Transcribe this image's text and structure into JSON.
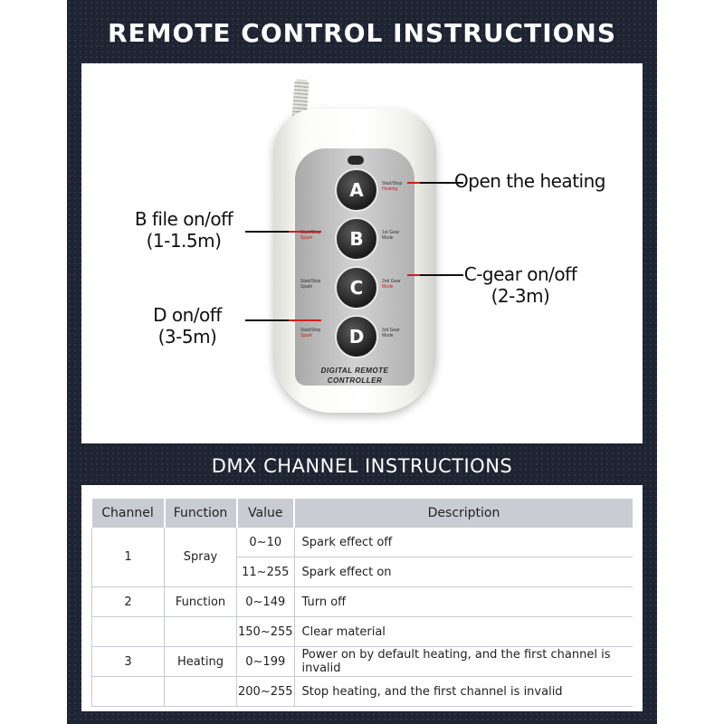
{
  "header": {
    "title": "REMOTE CONTROL INSTRUCTIONS"
  },
  "remote": {
    "buttons": [
      "A",
      "B",
      "C",
      "D"
    ],
    "button_labels": {
      "a_right": [
        "Start/Stop",
        "Heating"
      ],
      "b_left": [
        "Start/Stop",
        "Spark"
      ],
      "b_right": [
        "1st Gear",
        "Mode"
      ],
      "c_left": [
        "Start/Stop",
        "Spark"
      ],
      "c_right": [
        "2nd Gear",
        "Mode"
      ],
      "d_left": [
        "Start/Stop",
        "Spark"
      ],
      "d_right": [
        "3rd Gear",
        "Mode"
      ]
    },
    "brand": [
      "DIGITAL REMOTE",
      "CONTROLLER"
    ]
  },
  "callouts": {
    "a": {
      "line1": "Open the heating"
    },
    "b": {
      "line1": "B file on/off",
      "line2": "(1-1.5m)"
    },
    "c": {
      "line1": "C-gear on/off",
      "line2": "(2-3m)"
    },
    "d": {
      "line1": "D on/off",
      "line2": "(3-5m)"
    }
  },
  "dmx": {
    "title": "DMX CHANNEL INSTRUCTIONS",
    "columns": [
      "Channel",
      "Function",
      "Value",
      "Description"
    ],
    "rows": [
      {
        "channel": "1",
        "function": "Spray",
        "values": [
          {
            "value": "0~10",
            "description": "Spark effect off"
          },
          {
            "value": "11~255",
            "description": "Spark effect on"
          }
        ]
      },
      {
        "channel": "2",
        "function": "Function",
        "values": [
          {
            "value": "0~149",
            "description": "Turn off"
          }
        ]
      },
      {
        "channel": "",
        "function": "",
        "values": [
          {
            "value": "150~255",
            "description": "Clear material"
          }
        ]
      },
      {
        "channel": "3",
        "function": "Heating",
        "values": [
          {
            "value": "0~199",
            "description": "Power on by default heating, and the first channel  is invalid"
          }
        ]
      },
      {
        "channel": "",
        "function": "",
        "values": [
          {
            "value": "200~255",
            "description": "Stop heating, and the first channel is invalid"
          }
        ]
      }
    ]
  }
}
